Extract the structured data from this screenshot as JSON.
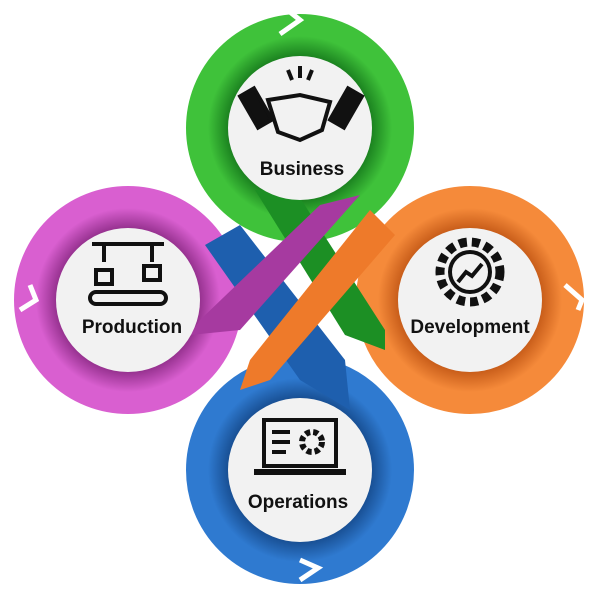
{
  "nodes": [
    {
      "label": "Business",
      "icon": "handshake-icon",
      "color": "#1f9e2a"
    },
    {
      "label": "Development",
      "icon": "gear-growth-icon",
      "color": "#f07a26"
    },
    {
      "label": "Operations",
      "icon": "laptop-gear-icon",
      "color": "#1e63b8"
    },
    {
      "label": "Production",
      "icon": "assembly-line-icon",
      "color": "#c244b8"
    }
  ]
}
